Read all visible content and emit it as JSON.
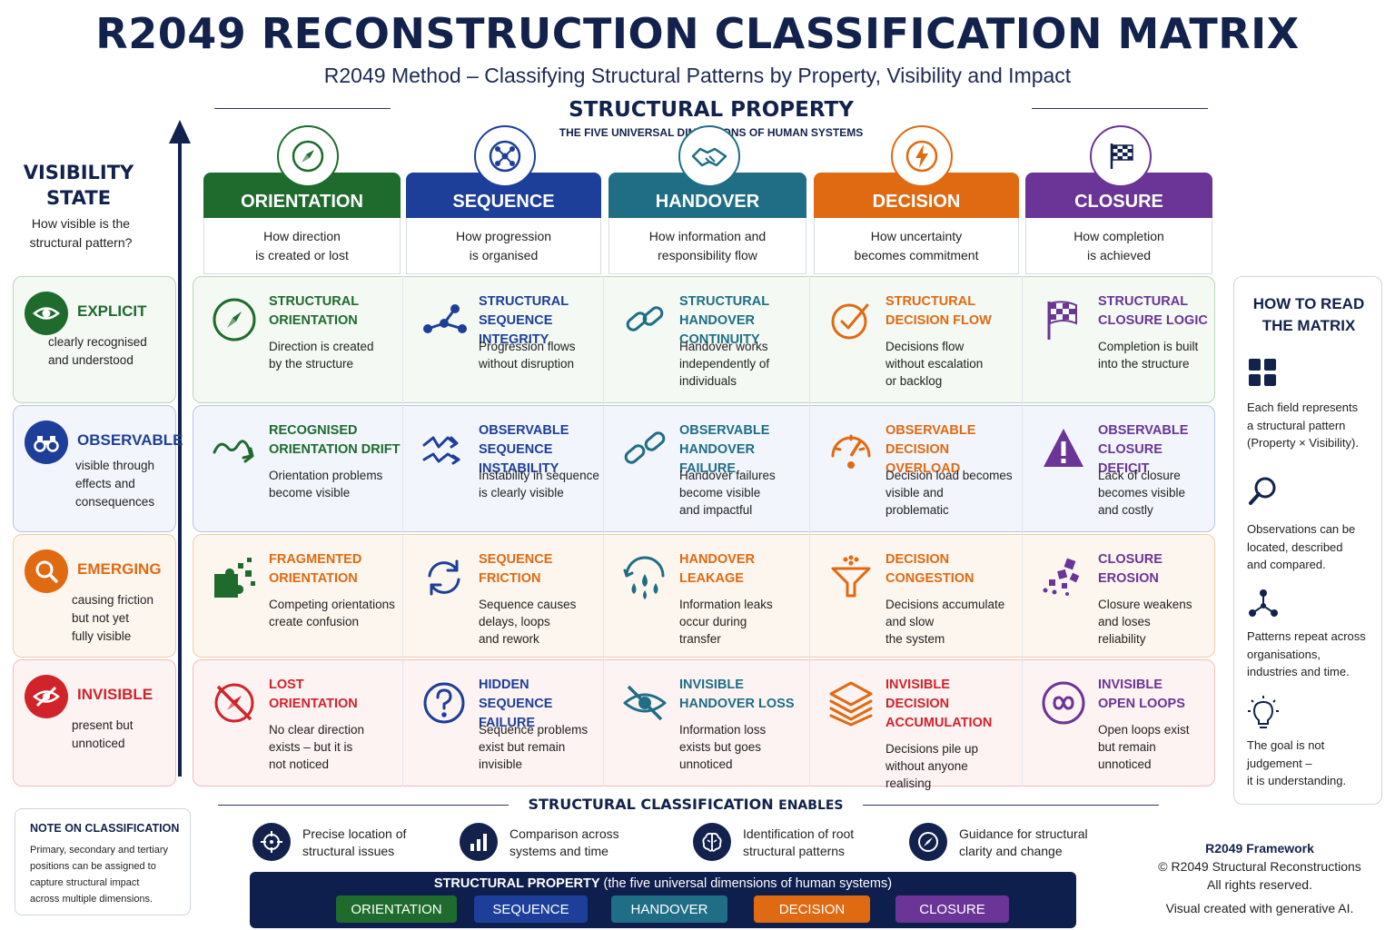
{
  "header": {
    "title": "R2049 RECONSTRUCTION CLASSIFICATION MATRIX",
    "subtitle": "R2049 Method – Classifying Structural Patterns by Property, Visibility and Impact"
  },
  "structural_property": {
    "title": "STRUCTURAL PROPERTY",
    "subtitle": "THE FIVE UNIVERSAL DIMENSIONS OF HUMAN SYSTEMS"
  },
  "visibility_state": {
    "title_line1": "VISIBILITY",
    "title_line2": "STATE",
    "question_line1": "How visible is the",
    "question_line2": "structural pattern?"
  },
  "colors": {
    "orientation": "#1f6b2e",
    "sequence": "#1d3f9a",
    "handover": "#1f6e86",
    "decision": "#e06a12",
    "closure": "#6a3596",
    "navy": "#13224d"
  },
  "columns": [
    {
      "name": "ORIENTATION",
      "icon": "compass-icon",
      "desc_line1": "How direction",
      "desc_line2": "is created or lost"
    },
    {
      "name": "SEQUENCE",
      "icon": "network-nodes-icon",
      "desc_line1": "How progression",
      "desc_line2": "is organised"
    },
    {
      "name": "HANDOVER",
      "icon": "handshake-icon",
      "desc_line1": "How information and",
      "desc_line2": "responsibility flow"
    },
    {
      "name": "DECISION",
      "icon": "lightning-icon",
      "desc_line1": "How uncertainty",
      "desc_line2": "becomes commitment"
    },
    {
      "name": "CLOSURE",
      "icon": "checkered-flag-icon",
      "desc_line1": "How completion",
      "desc_line2": "is achieved"
    }
  ],
  "rows": [
    {
      "name": "EXPLICIT",
      "icon": "eye-icon",
      "color": "#1f6b2e",
      "desc": [
        "clearly recognised",
        "and understood"
      ]
    },
    {
      "name": "OBSERVABLE",
      "icon": "binoculars-icon",
      "color": "#1d3f9a",
      "desc": [
        "visible through",
        "effects and",
        "consequences"
      ]
    },
    {
      "name": "EMERGING",
      "icon": "magnifier-icon",
      "color": "#e06a12",
      "desc": [
        "causing friction",
        "but not yet",
        "fully visible"
      ]
    },
    {
      "name": "INVISIBLE",
      "icon": "eye-slash-icon",
      "color": "#d0242a",
      "desc": [
        "present but",
        "unnoticed"
      ]
    }
  ],
  "cells": [
    [
      {
        "title": [
          "STRUCTURAL",
          "ORIENTATION"
        ],
        "desc": [
          "Direction is created",
          "by the structure"
        ],
        "icon": "compass-icon"
      },
      {
        "title": [
          "STRUCTURAL",
          "SEQUENCE INTEGRITY"
        ],
        "desc": [
          "Progression flows",
          "without disruption"
        ],
        "icon": "connected-nodes-icon"
      },
      {
        "title": [
          "STRUCTURAL",
          "HANDOVER CONTINUITY"
        ],
        "desc": [
          "Handover works",
          "independently of",
          "individuals"
        ],
        "icon": "chain-link-icon"
      },
      {
        "title": [
          "STRUCTURAL",
          "DECISION FLOW"
        ],
        "desc": [
          "Decisions flow",
          "without escalation",
          "or backlog"
        ],
        "icon": "checkmark-circle-icon"
      },
      {
        "title": [
          "STRUCTURAL",
          "CLOSURE LOGIC"
        ],
        "desc": [
          "Completion is built",
          "into the structure"
        ],
        "icon": "checkered-flag-icon"
      }
    ],
    [
      {
        "title": [
          "RECOGNISED",
          "ORIENTATION DRIFT"
        ],
        "desc": [
          "Orientation problems",
          "become visible"
        ],
        "icon": "winding-arrow-icon"
      },
      {
        "title": [
          "OBSERVABLE",
          "SEQUENCE INSTABILITY"
        ],
        "desc": [
          "Instability in sequence",
          "is clearly visible"
        ],
        "icon": "zigzag-arrows-icon"
      },
      {
        "title": [
          "OBSERVABLE",
          "HANDOVER FAILURE"
        ],
        "desc": [
          "Handover failures",
          "become visible",
          "and impactful"
        ],
        "icon": "broken-link-icon"
      },
      {
        "title": [
          "OBSERVABLE",
          "DECISION OVERLOAD"
        ],
        "desc": [
          "Decision load becomes",
          "visible and",
          "problematic"
        ],
        "icon": "gauge-icon"
      },
      {
        "title": [
          "OBSERVABLE",
          "CLOSURE DEFICIT"
        ],
        "desc": [
          "Lack of closure",
          "becomes visible",
          "and costly"
        ],
        "icon": "warning-triangle-icon"
      }
    ],
    [
      {
        "title": [
          "FRAGMENTED",
          "ORIENTATION"
        ],
        "desc": [
          "Competing orientations",
          "create confusion"
        ],
        "icon": "puzzle-pieces-icon"
      },
      {
        "title": [
          "SEQUENCE",
          "FRICTION"
        ],
        "desc": [
          "Sequence causes",
          "delays, loops",
          "and rework"
        ],
        "icon": "cycle-arrows-icon"
      },
      {
        "title": [
          "HANDOVER",
          "LEAKAGE"
        ],
        "desc": [
          "Information leaks",
          "occur during",
          "transfer"
        ],
        "icon": "dripping-drops-icon"
      },
      {
        "title": [
          "DECISION",
          "CONGESTION"
        ],
        "desc": [
          "Decisions accumulate",
          "and slow",
          "the system"
        ],
        "icon": "funnel-icon"
      },
      {
        "title": [
          "CLOSURE",
          "EROSION"
        ],
        "desc": [
          "Closure weakens",
          "and loses",
          "reliability"
        ],
        "icon": "crumbling-blocks-icon"
      }
    ],
    [
      {
        "title": [
          "LOST",
          "ORIENTATION"
        ],
        "desc": [
          "No clear direction",
          "exists – but it is",
          "not noticed"
        ],
        "icon": "crossed-compass-icon"
      },
      {
        "title": [
          "HIDDEN",
          "SEQUENCE FAILURE"
        ],
        "desc": [
          "Sequence problems",
          "exist but remain",
          "invisible"
        ],
        "icon": "question-circle-icon"
      },
      {
        "title": [
          "INVISIBLE",
          "HANDOVER LOSS"
        ],
        "desc": [
          "Information loss",
          "exists but goes",
          "unnoticed"
        ],
        "icon": "eye-slash-icon"
      },
      {
        "title": [
          "INVISIBLE",
          "DECISION",
          "ACCUMULATION"
        ],
        "desc": [
          "Decisions pile up",
          "without anyone",
          "realising"
        ],
        "icon": "stacked-layers-icon"
      },
      {
        "title": [
          "INVISIBLE",
          "OPEN LOOPS"
        ],
        "desc": [
          "Open loops exist",
          "but remain",
          "unnoticed"
        ],
        "icon": "infinity-icon"
      }
    ]
  ],
  "how_to_read": {
    "title_line1": "HOW TO READ",
    "title_line2": "THE MATRIX",
    "items": [
      {
        "icon": "grid-icon",
        "text": [
          "Each field represents",
          "a structural pattern",
          "(Property × Visibility)."
        ]
      },
      {
        "icon": "magnifier-icon",
        "text": [
          "Observations can be",
          "located, described",
          "and compared."
        ]
      },
      {
        "icon": "network-icon",
        "text": [
          "Patterns repeat across",
          "organisations,",
          "industries and time."
        ]
      },
      {
        "icon": "lightbulb-icon",
        "text": [
          "The goal is not",
          "judgement –",
          "it is understanding."
        ]
      }
    ]
  },
  "note": {
    "title": "NOTE ON CLASSIFICATION",
    "text": [
      "Primary, secondary and tertiary",
      "positions can be assigned to",
      "capture structural impact",
      "across multiple dimensions."
    ]
  },
  "enables": {
    "title_main": "STRUCTURAL CLASSIFICATION",
    "title_tail": "ENABLES",
    "items": [
      {
        "icon": "crosshair-icon",
        "text": [
          "Precise location of",
          "structural issues"
        ]
      },
      {
        "icon": "bar-chart-icon",
        "text": [
          "Comparison across",
          "systems and time"
        ]
      },
      {
        "icon": "brain-icon",
        "text": [
          "Identification of root",
          "structural patterns"
        ]
      },
      {
        "icon": "compass-icon",
        "text": [
          "Guidance for structural",
          "clarity and change"
        ]
      }
    ]
  },
  "bottom_bar": {
    "title_bold": "STRUCTURAL PROPERTY",
    "title_rest": "(the five universal dimensions of human systems)",
    "pills": [
      "ORIENTATION",
      "SEQUENCE",
      "HANDOVER",
      "DECISION",
      "CLOSURE"
    ]
  },
  "framework": {
    "name": "R2049 Framework",
    "copyright": "© R2049 Structural Reconstructions",
    "rights": "All rights reserved.",
    "ai_note": "Visual created with generative AI."
  }
}
